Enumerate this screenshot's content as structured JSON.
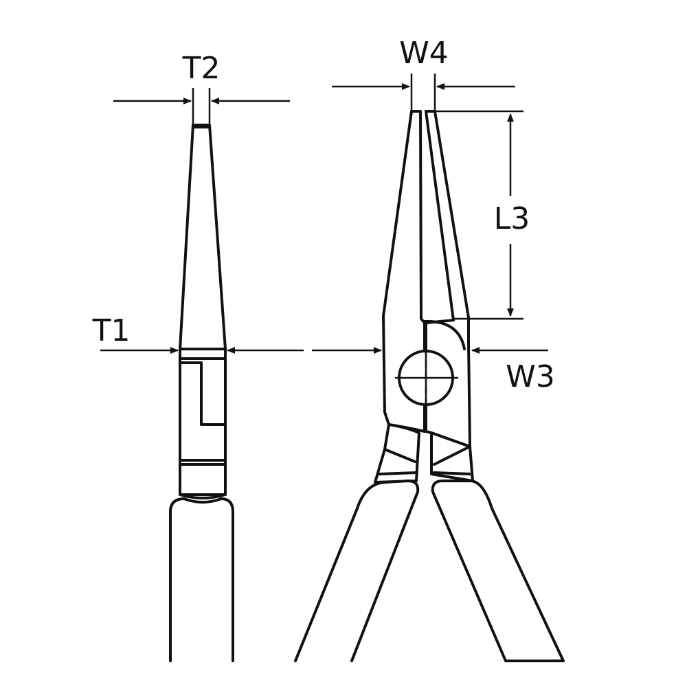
{
  "labels": {
    "t2": "T2",
    "t1": "T1",
    "w4": "W4",
    "l3": "L3",
    "w3": "W3"
  },
  "colors": {
    "ink": "#111111",
    "background": "#ffffff"
  }
}
